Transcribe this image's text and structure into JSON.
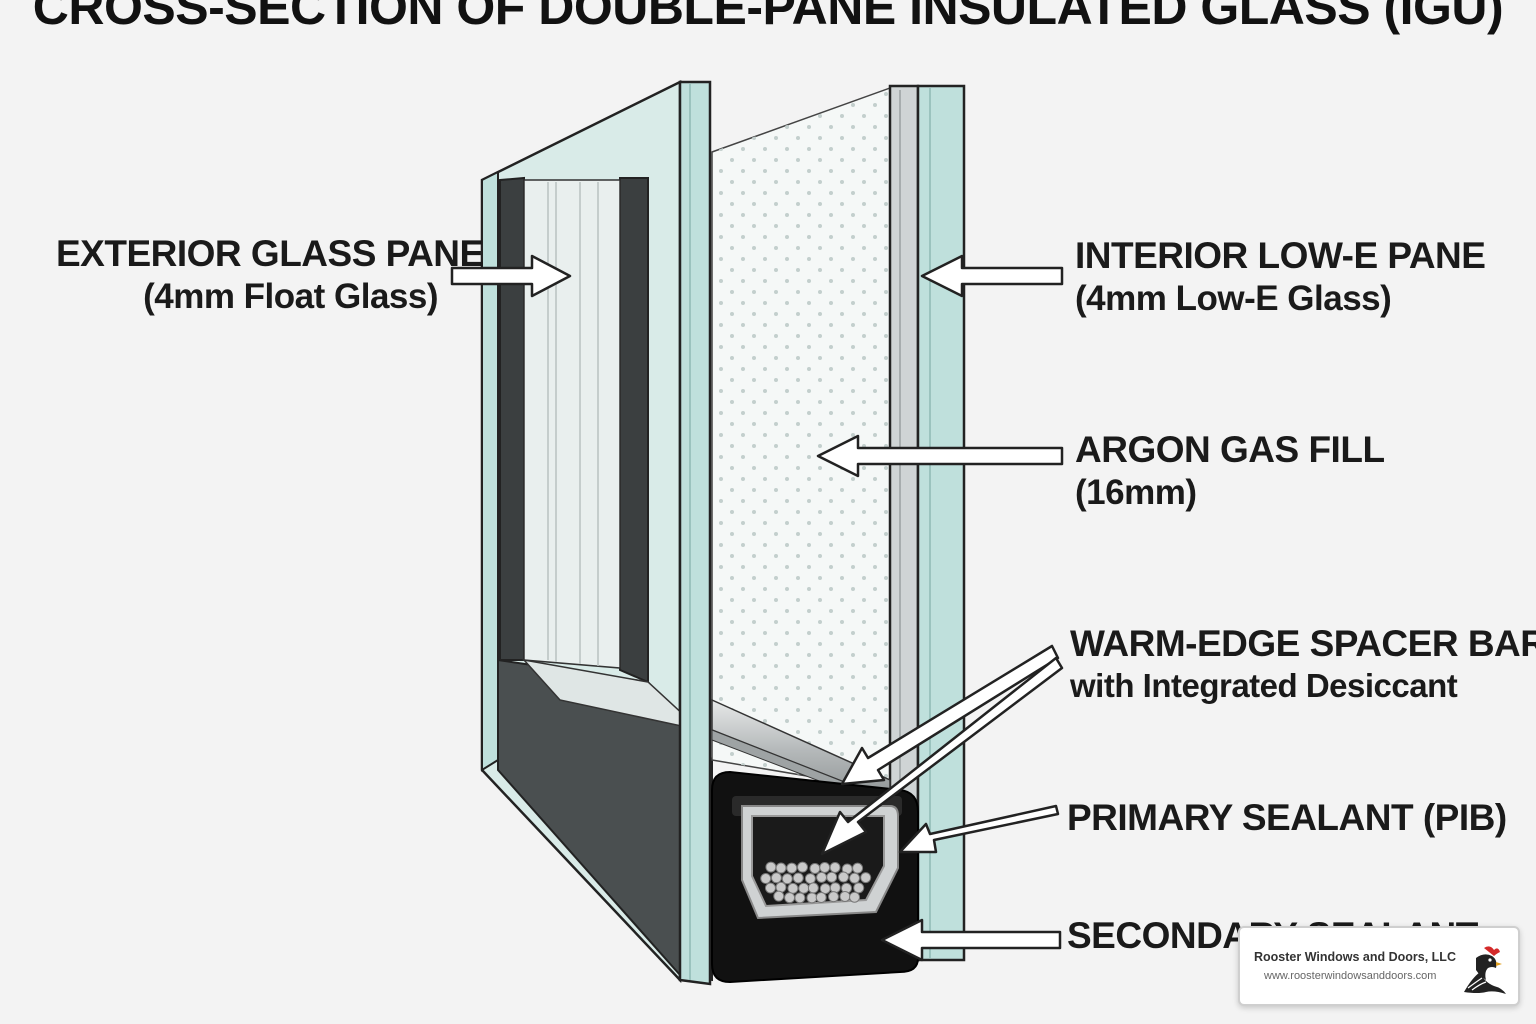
{
  "title": "CROSS-SECTION OF DOUBLE-PANE INSULATED GLASS (IGU)",
  "labels": {
    "exterior": {
      "line1": "EXTERIOR GLASS PANE",
      "line2": "(4mm Float Glass)"
    },
    "interior": {
      "line1": "INTERIOR LOW-E PANE",
      "line2": "(4mm Low-E Glass)"
    },
    "argon": {
      "line1": "ARGON GAS FILL",
      "line2": "(16mm)"
    },
    "spacer": {
      "line1": "WARM-EDGE SPACER BAR",
      "line2": "with Integrated Desiccant"
    },
    "primary": {
      "line1": "PRIMARY SEALANT (PIB)"
    },
    "secondary": {
      "line1": "SECONDARY SEALANT"
    }
  },
  "badge": {
    "company": "Rooster Windows and Doors, LLC",
    "url": "www.roosterwindowsanddoors.com",
    "logo_icon": "rooster-icon"
  },
  "colors": {
    "glass_edge": "#bfe0dc",
    "glass_face": "#e6f1ef",
    "sealant": "#111111",
    "spacer": "#b9bcbd",
    "desiccant": "#c9c9c9",
    "logo_red": "#d42a2a"
  }
}
